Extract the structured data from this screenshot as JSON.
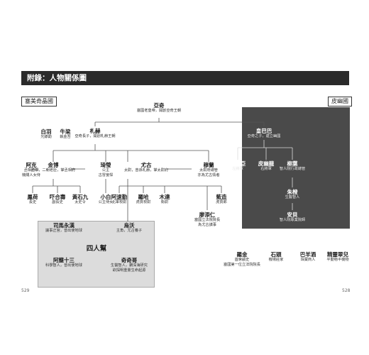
{
  "header": {
    "title": "附錄：人物關係圖"
  },
  "regions": {
    "left": "塞美奇晶國",
    "right": "皮幽國"
  },
  "nodes": {
    "yaqi": {
      "name": "亞奇",
      "desc": "塞國老皇帝，開創亞奇王朝"
    },
    "baiyu": {
      "name": "白羽",
      "desc": "光錄勳"
    },
    "niuliang": {
      "name": "牛梁",
      "desc": "執金吾"
    },
    "zhaji": {
      "name": "札赫",
      "desc": "亞奇長子，開創札赫王朝"
    },
    "ake": {
      "name": "阿克",
      "desc": "丞相府中\n機關人女侍"
    },
    "jinbo": {
      "name": "金博",
      "desc": "丞相，二朝老臣，掌丞相府"
    },
    "tiyin": {
      "name": "琦瑩",
      "desc": "公主\n古冒蠻悍"
    },
    "yougu": {
      "name": "尤古",
      "desc": "太尉，曾孫札赫，掌太尉府"
    },
    "mulan": {
      "name": "穆蘭",
      "desc": "太尉府總管\n亦為尤古情者"
    },
    "bieba": {
      "name": "皇巴巴",
      "desc": "亞奇之子，建立幽國"
    },
    "feida": {
      "name": "鳳荷",
      "desc": "長史"
    },
    "hehe": {
      "name": "吓合壽",
      "desc": "副長史"
    },
    "huangshi": {
      "name": "黃石九",
      "desc": "太史令"
    },
    "xiaobai": {
      "name": "小白",
      "desc": "公主侍女"
    },
    "asu": {
      "name": "阿速勤",
      "desc": "北軍校尉"
    },
    "luoha": {
      "name": "羅哈",
      "desc": "虎賁校尉"
    },
    "mumu": {
      "name": "木達",
      "desc": "衛尉"
    },
    "lanqing": {
      "name": "藍造",
      "desc": "虎賁郎"
    },
    "niantu": {
      "name": "尼安亞",
      "desc": "左將軍"
    },
    "piyou": {
      "name": "皮幽龍",
      "desc": "右將軍"
    },
    "jiuye": {
      "name": "柳葉",
      "desc": "智人院行政總管"
    },
    "zhuchi": {
      "name": "朱橙",
      "desc": "生醫智人"
    },
    "andi": {
      "name": "安貝",
      "desc": "智人院專業院師"
    },
    "sima": {
      "name": "司馬永漢",
      "desc": "議事正官，曾出使地球"
    },
    "wuyi": {
      "name": "烏沃",
      "desc": "主角，尤古養子"
    },
    "sirenbang": {
      "name": "四人幫"
    },
    "aweng": {
      "name": "阿壟十三",
      "desc": "科學智人，曾出使地球"
    },
    "qiqi": {
      "name": "奇奇哥",
      "desc": "生醫智人，鑽深海研究\n欲探明重量生命起源"
    },
    "liaoxin": {
      "name": "廖添仁",
      "desc": "塞國立法院院長\n為尤古謀事"
    },
    "luojin": {
      "name": "羅金",
      "desc": "首席顧史\n塞國第一位立法院院長"
    },
    "shilei": {
      "name": "石頭",
      "desc": "機場莊家"
    },
    "bayang": {
      "name": "巴羊酒",
      "desc": "珠寶商人"
    },
    "jingling": {
      "name": "精靈翠兒",
      "desc": "半動物半機物"
    }
  },
  "pages": {
    "left": "529",
    "right": "528"
  }
}
